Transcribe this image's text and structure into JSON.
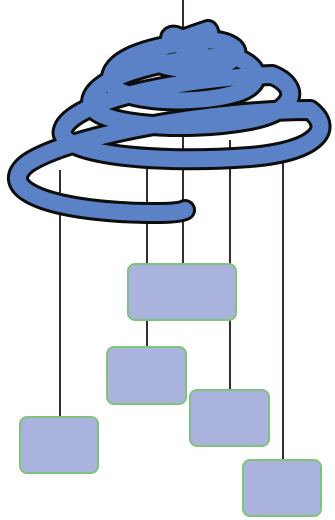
{
  "colors": {
    "background": "#ffffff",
    "spiral_fill": "#5b82c6",
    "spiral_outline": "#0d0d0d",
    "string": "#3b2a2a",
    "box_fill": "#a9b3dd",
    "box_border": "#7fc47a"
  },
  "diagram": {
    "spiral_turns": 5,
    "boxes": [
      {
        "id": "box-1",
        "text": ""
      },
      {
        "id": "box-2",
        "text": ""
      },
      {
        "id": "box-3",
        "text": ""
      },
      {
        "id": "box-4",
        "text": ""
      },
      {
        "id": "box-5",
        "text": ""
      }
    ]
  }
}
